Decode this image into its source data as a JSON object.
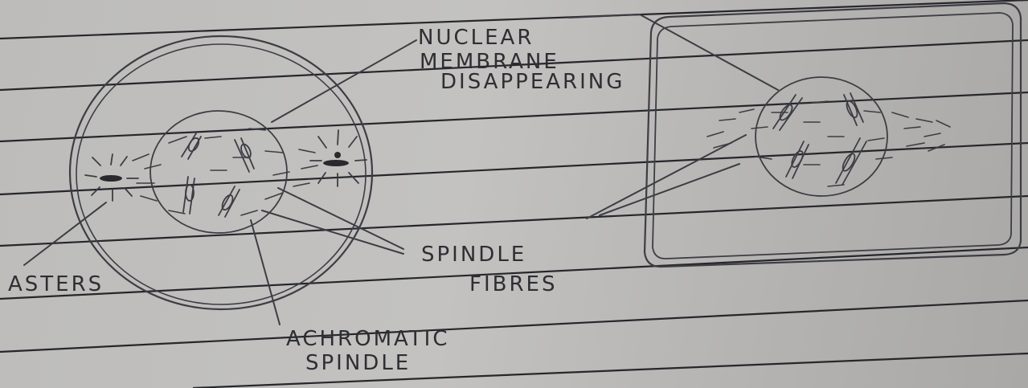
{
  "diagram": {
    "labels": {
      "nuclear_membrane": [
        "NUCLEAR",
        "MEMBRANE",
        "DISAPPEARING"
      ],
      "asters": "ASTERS",
      "spindle_fibres": [
        "SPINDLE",
        "FIBRES"
      ],
      "achromatic_spindle": [
        "ACHROMATIC",
        "SPINDLE"
      ]
    },
    "colors": {
      "paper": "#c0bfbd",
      "ink": "#3d3d44",
      "ruled_line": "#26272c"
    }
  }
}
